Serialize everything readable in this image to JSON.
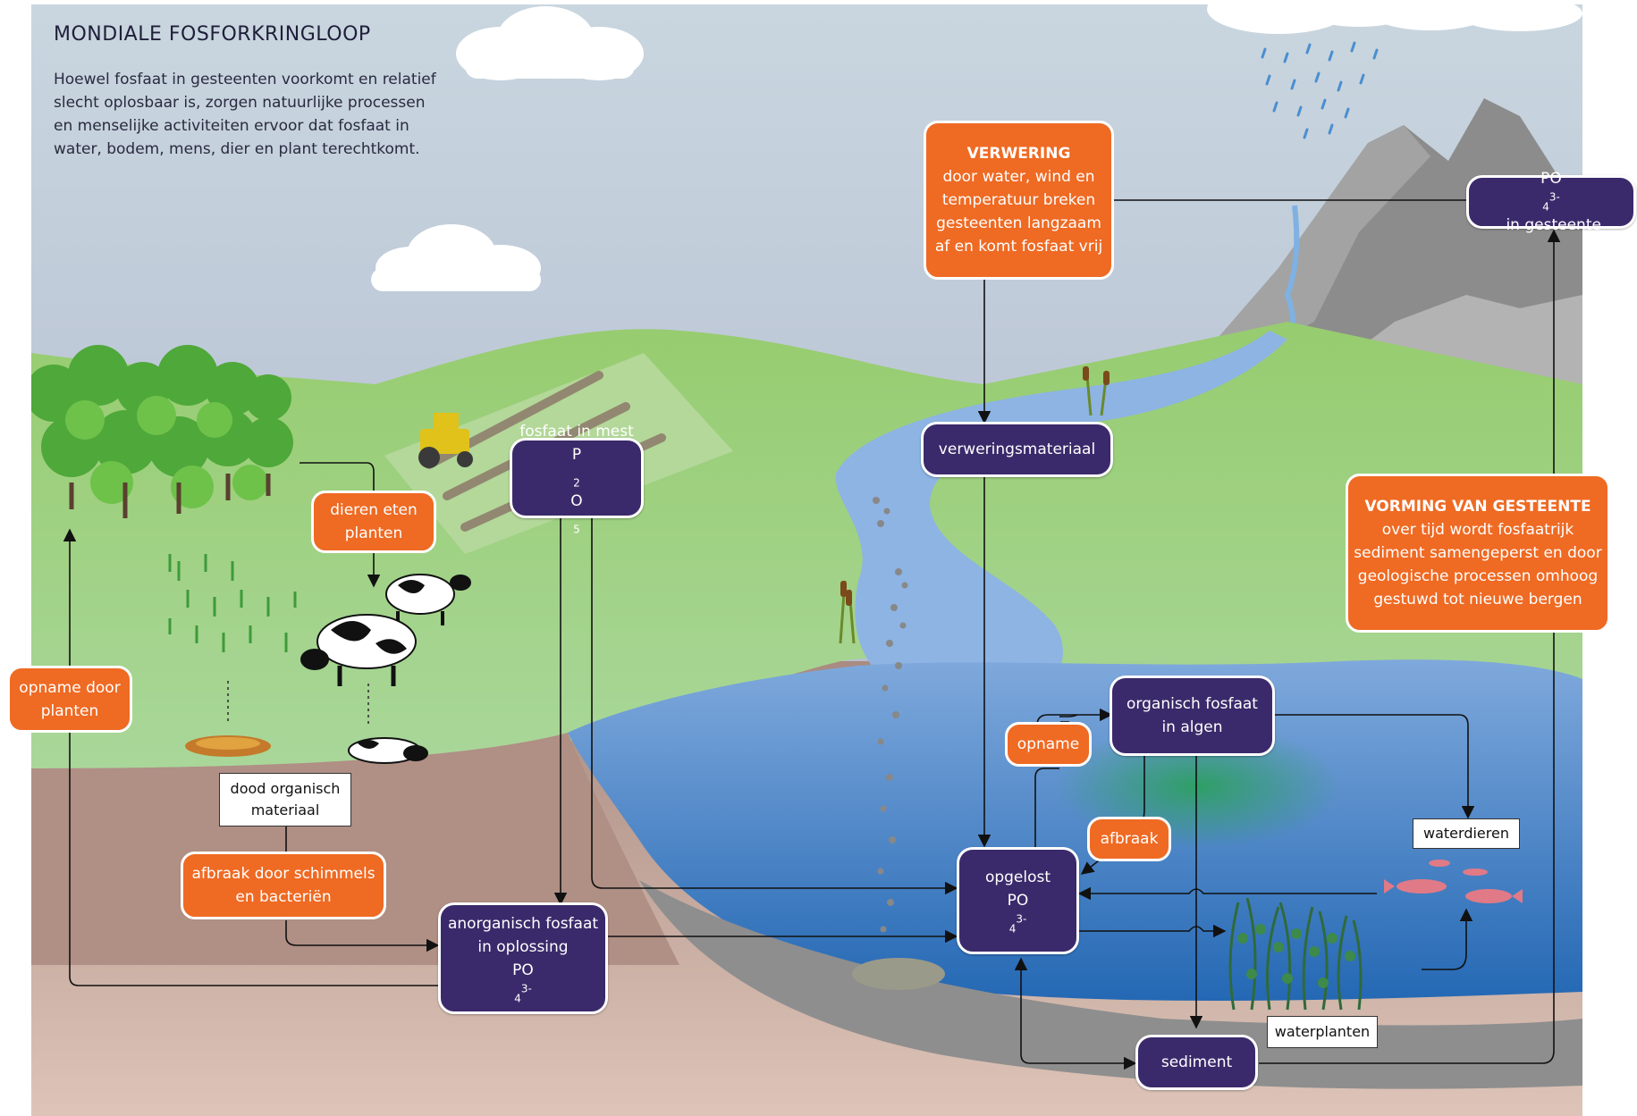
{
  "title": "MONDIALE FOSFORKRINGLOOP",
  "intro": [
    "Hoewel fosfaat in gesteenten voorkomt en relatief",
    "slecht oplosbaar is, zorgen natuurlijke processen",
    "en menselijke activiteiten ervoor dat fosfaat in",
    "water, bodem, mens, dier en plant terechtkomt."
  ],
  "nodes": {
    "verwering": {
      "heading": "VERWERING",
      "lines": [
        "door water, wind en",
        "temperatuur breken",
        "gesteenten langzaam",
        "af en komt fosfaat vrij"
      ]
    },
    "po4_gesteente": {
      "prefix": "PO",
      "sub": "4",
      "sup": "3-",
      "suffix": " in gesteente"
    },
    "verweringsmateriaal": {
      "label": "verweringsmateriaal"
    },
    "fosfaat_mest": {
      "line1": "fosfaat in mest",
      "p": "P",
      "sub2": "2",
      "o": "O",
      "sub5": "5"
    },
    "dieren_eten": {
      "lines": [
        "dieren eten",
        "planten"
      ]
    },
    "vorming": {
      "heading": "VORMING VAN GESTEENTE",
      "lines": [
        "over tijd wordt fosfaatrijk",
        "sediment samengeperst en door",
        "geologische processen omhoog",
        "gestuwd tot nieuwe bergen"
      ]
    },
    "opname_planten": {
      "lines": [
        "opname door",
        "planten"
      ]
    },
    "dood_organisch": {
      "lines": [
        "dood organisch",
        "materiaal"
      ]
    },
    "afbraak_schimmels": {
      "lines": [
        "afbraak door schimmels",
        "en bacteriën"
      ]
    },
    "anorganisch": {
      "lines": [
        "anorganisch fosfaat",
        "in oplossing"
      ],
      "prefix": "PO",
      "sub": "4",
      "sup": "3-"
    },
    "organisch_algen": {
      "lines": [
        "organisch fosfaat",
        "in algen"
      ]
    },
    "opname": {
      "label": "opname"
    },
    "afbraak": {
      "label": "afbraak"
    },
    "waterdieren": {
      "label": "waterdieren"
    },
    "opgelost": {
      "line1": "opgelost",
      "prefix": "PO",
      "sub": "4",
      "sup": "3-"
    },
    "waterplanten": {
      "label": "waterplanten"
    },
    "sediment": {
      "label": "sediment"
    }
  },
  "colors": {
    "process_box": "#3b2a6b",
    "action_box": "#ef6a23",
    "sky": "#b9c3d6",
    "grass": "#8cc46a",
    "water": "#3f7fc2",
    "soil": "#b6958a",
    "mountain": "#8e8e8e"
  }
}
